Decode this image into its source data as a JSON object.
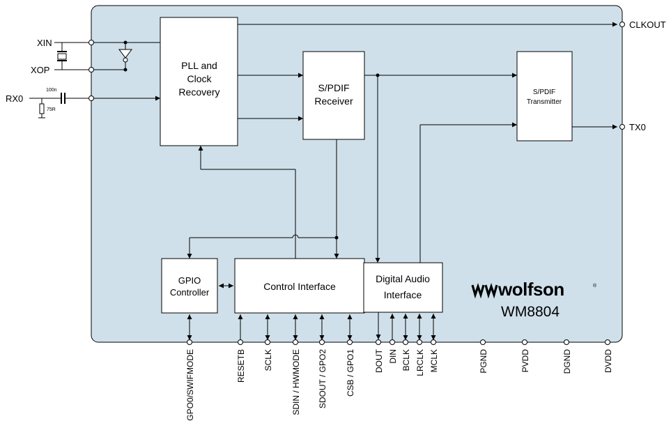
{
  "chip": {
    "part": "WM8804",
    "brand": "wolfson",
    "colors": {
      "chip_fill": "#cfe0ea",
      "outline": "#000000"
    }
  },
  "blocks": {
    "pll": [
      "PLL and",
      "Clock",
      "Recovery"
    ],
    "spdif_rx": [
      "S/PDIF",
      "Receiver"
    ],
    "spdif_tx": [
      "S/PDIF",
      "Transmitter"
    ],
    "gpio": [
      "GPIO",
      "Controller"
    ],
    "control": "Control Interface",
    "dai": [
      "Digital Audio",
      "Interface"
    ]
  },
  "left_pins": {
    "xin": "XIN",
    "xop": "XOP",
    "rx0": "RX0",
    "cap": "100n",
    "resistor": "75R"
  },
  "right_pins": {
    "clkout": "CLKOUT",
    "tx0": "TX0"
  },
  "bottom_pins": {
    "gpo0": "GPO0/SWIFMODE",
    "resetb": "RESETB",
    "sclk": "SCLK",
    "sdin": "SDIN / HWMODE",
    "sdout": "SDOUT / GPO2",
    "csb": "CSB / GPO1",
    "dout": "DOUT",
    "din": "DIN",
    "bclk": "BCLK",
    "lrclk": "LRCLK",
    "mclk": "MCLK",
    "pgnd": "PGND",
    "pvdd": "PVDD",
    "dgnd": "DGND",
    "dvdd": "DVDD"
  }
}
